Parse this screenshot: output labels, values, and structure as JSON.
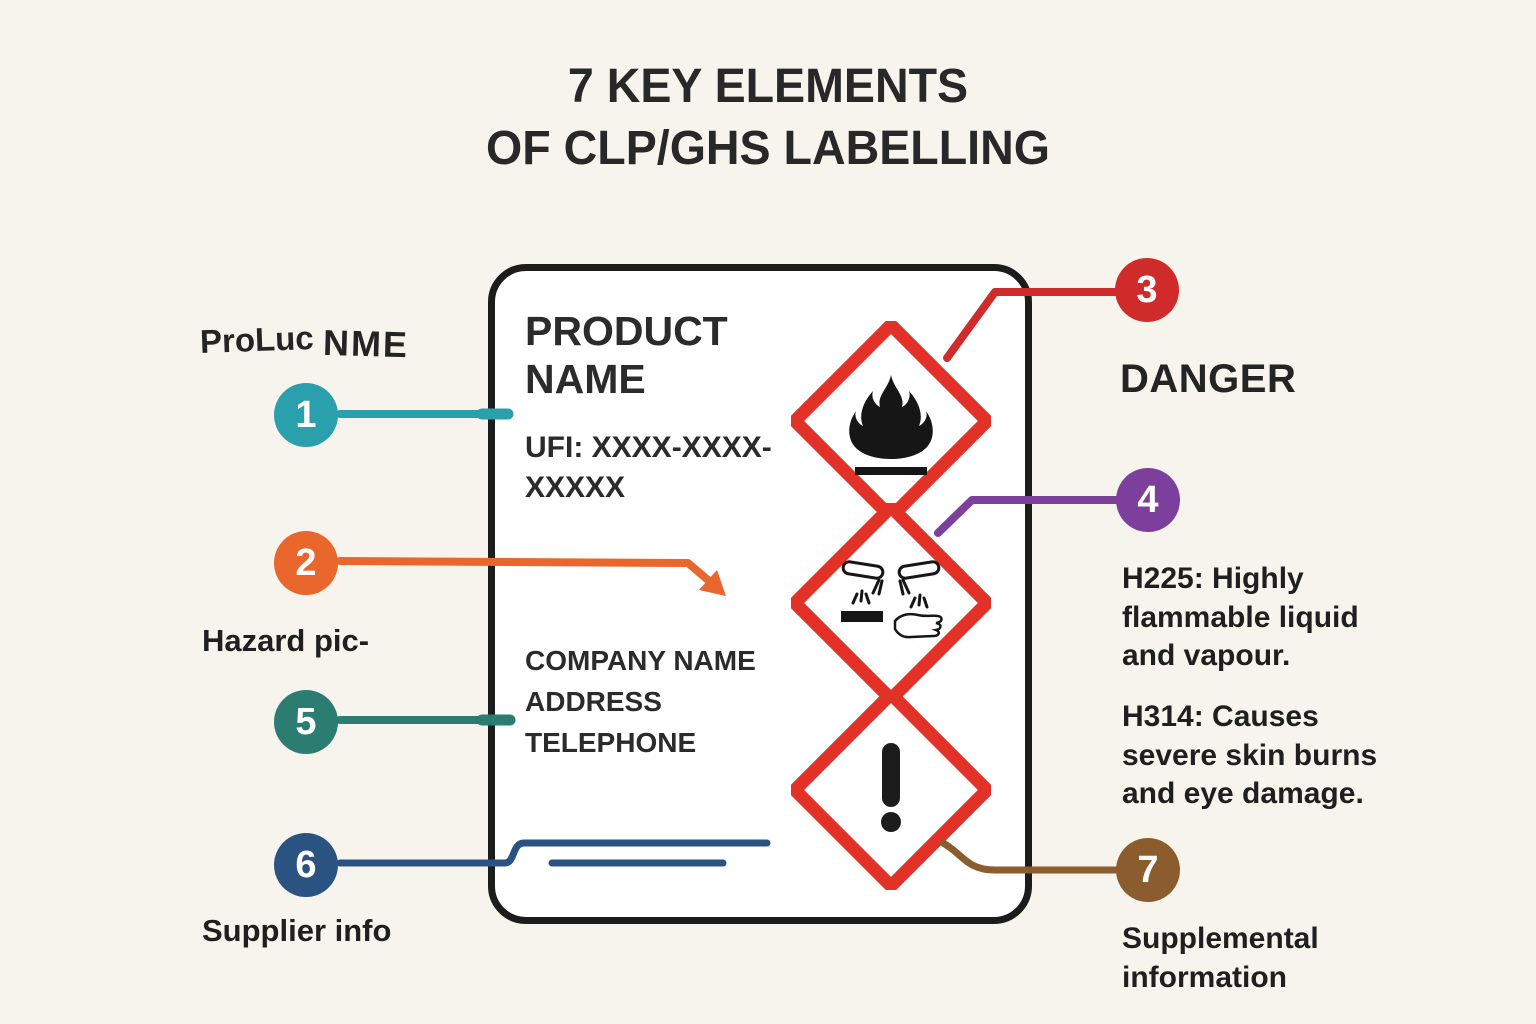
{
  "background": "#f7f4ed",
  "title": {
    "line1": "7 KEY ELEMENTS",
    "line2": "OF CLP/GHS LABELLING"
  },
  "label_box": {
    "product_name_line1": "PRODUCT",
    "product_name_line2": "NAME",
    "ufi_line1": "UFI: XXXX-XXXX-",
    "ufi_line2": "XXXXX",
    "company_name": "COMPANY NAME",
    "address": "ADDRESS",
    "telephone": "TELEPHONE"
  },
  "pictograms": {
    "frame_color": "#e23127",
    "glyph_color": "#161616",
    "flammable": {
      "icon": "flame-icon"
    },
    "corrosive": {
      "icon": "corrosive-icon"
    },
    "exclamation": {
      "icon": "exclamation-mark-icon",
      "glyph": "!"
    }
  },
  "callouts": {
    "c1": {
      "number": "1",
      "color": "#2ba0ad",
      "label_part1": "ProLuc",
      "label_part2": "NME"
    },
    "c2": {
      "number": "2",
      "color": "#e9662c",
      "label": "Hazard pic-"
    },
    "c3": {
      "number": "3",
      "color": "#cf2b2a",
      "signal_word": "DANGER"
    },
    "c4": {
      "number": "4",
      "color": "#7d3f9c"
    },
    "c5": {
      "number": "5",
      "color": "#2b7d72"
    },
    "c6": {
      "number": "6",
      "color": "#2b5382",
      "label": "Supplier info"
    },
    "c7": {
      "number": "7",
      "color": "#8a5c2e",
      "label_line1": "Supplemental",
      "label_line2": "information"
    }
  },
  "hazard_statements": {
    "h225": {
      "line1": "H225: Highly",
      "line2": "flammable liquid",
      "line3": "and vapour."
    },
    "h314": {
      "line1": "H314: Causes",
      "line2": "severe skin burns",
      "line3": "and eye damage."
    }
  }
}
